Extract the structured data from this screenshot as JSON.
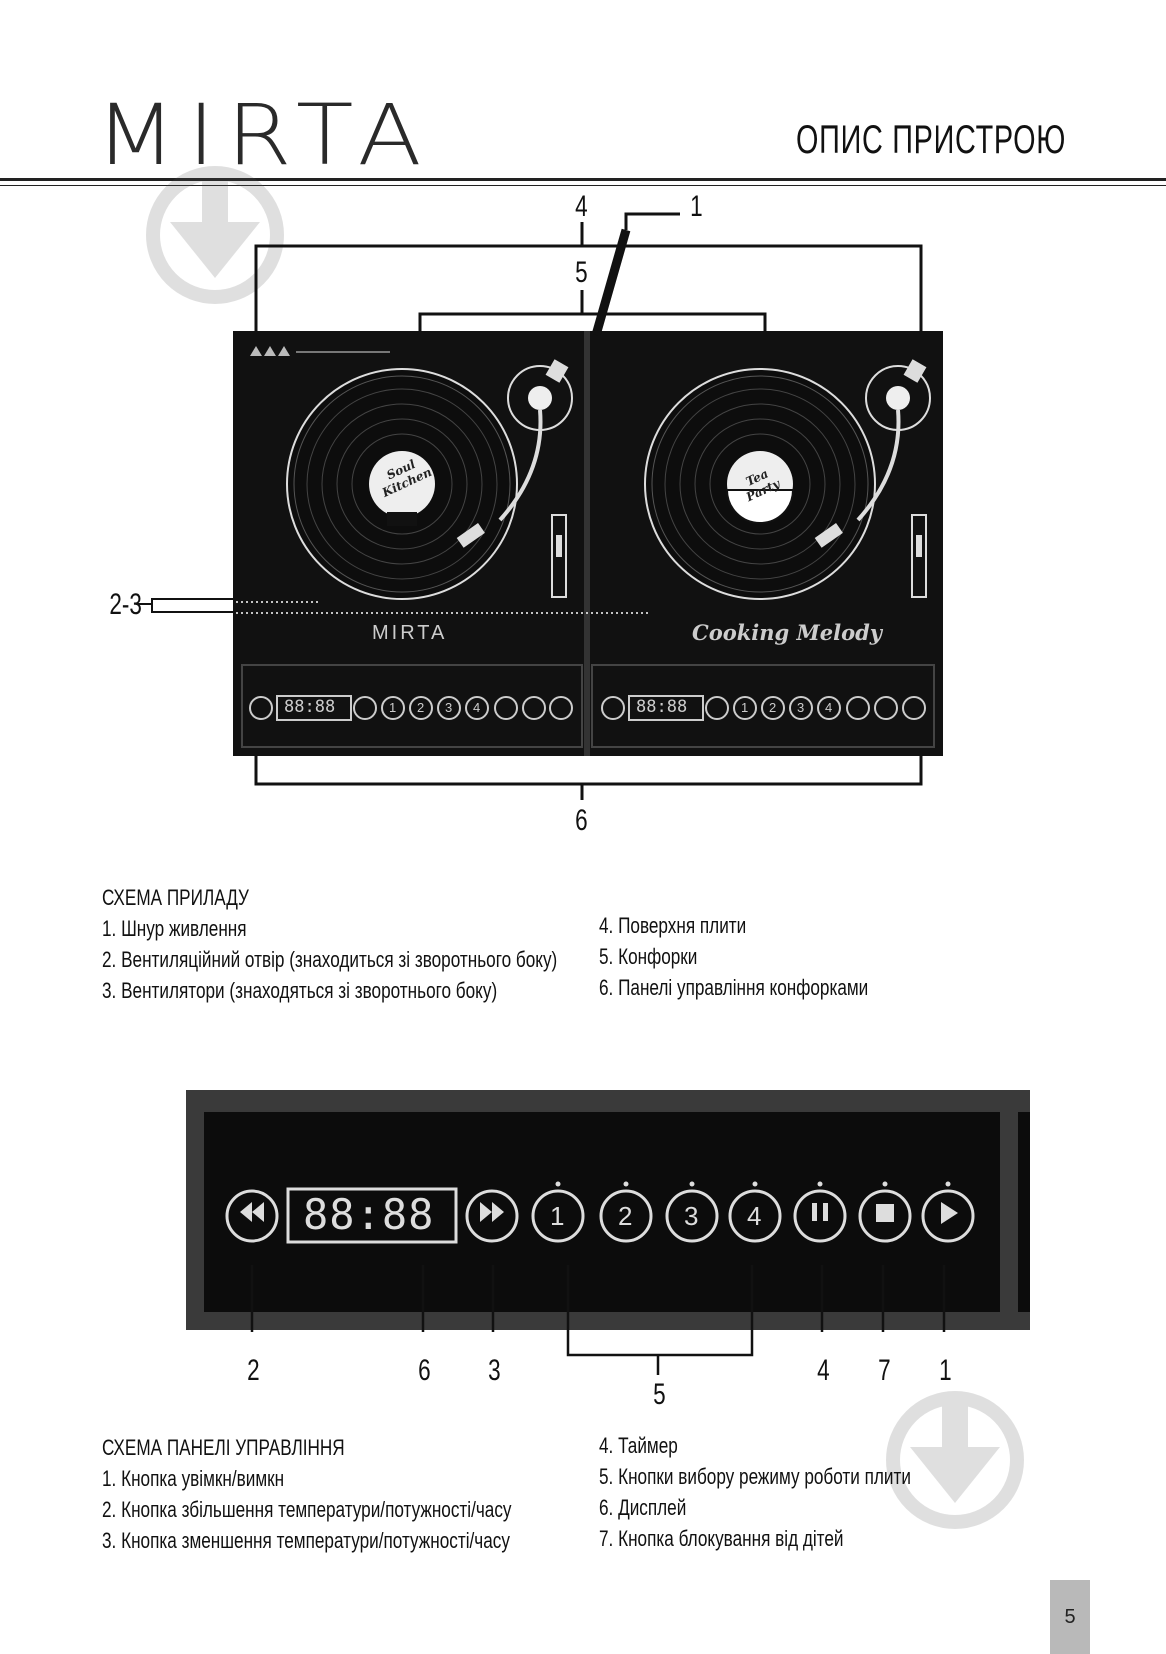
{
  "header": {
    "brand": "MIRTA",
    "section_title": "ОПИС ПРИСТРОЮ"
  },
  "device_diagram": {
    "callouts": {
      "c1": "1",
      "c4": "4",
      "c5": "5",
      "c23": "2-3",
      "c6": "6"
    },
    "left_record_label": "Soul Kitchen",
    "right_record_label": "Tea Party",
    "surface_brand": "MIRTA",
    "surface_slogan": "Cooking Melody",
    "display_value": "88:88",
    "mode_buttons": [
      "1",
      "2",
      "3",
      "4"
    ]
  },
  "device_scheme": {
    "heading": "СХЕМА ПРИЛАДУ",
    "left_items": [
      "1. Шнур живлення",
      "2. Вентиляційний отвір (знаходиться зі зворотнього боку)",
      "3. Вентилятори (знаходяться зі зворотнього боку)"
    ],
    "right_items": [
      "4. Поверхня плити",
      "5. Конфорки",
      "6. Панелі управління конфорками"
    ]
  },
  "panel_diagram": {
    "display_value": "88:88",
    "mode_buttons": [
      "1",
      "2",
      "3",
      "4"
    ],
    "callouts": {
      "c2": "2",
      "c6": "6",
      "c3": "3",
      "c5": "5",
      "c4": "4",
      "c7": "7",
      "c1": "1"
    }
  },
  "panel_scheme": {
    "heading": "СХЕМА ПАНЕЛІ УПРАВЛІННЯ",
    "left_items": [
      "1. Кнопка увімкн/вимкн",
      "2. Кнопка збільшення температури/потужності/часу",
      "3. Кнопка зменшення температури/потужності/часу"
    ],
    "right_items": [
      "4. Таймер",
      "5. Кнопки вибору режиму роботи плити",
      "6. Дисплей",
      "7. Кнопка блокування від дітей"
    ]
  },
  "footer": {
    "page_number": "5"
  }
}
